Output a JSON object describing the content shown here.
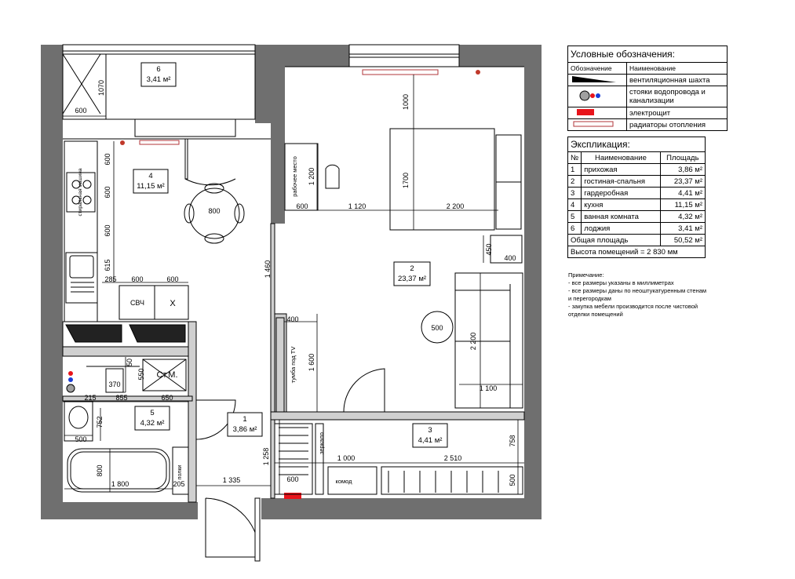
{
  "rooms": [
    {
      "num": "1",
      "area": "3,86 м²"
    },
    {
      "num": "2",
      "area": "23,37 м²"
    },
    {
      "num": "3",
      "area": "4,41 м²"
    },
    {
      "num": "4",
      "area": "11,15 м²"
    },
    {
      "num": "5",
      "area": "4,32 м²"
    },
    {
      "num": "6",
      "area": "3,41 м²"
    }
  ],
  "dims": {
    "d1000": "1000",
    "d1700": "1700",
    "d1120": "1 120",
    "d2200": "2 200",
    "d600a": "600",
    "d1200": "1 200",
    "d450": "450",
    "d400a": "400",
    "d1460": "1 460",
    "d400b": "400",
    "d1600": "1 600",
    "d500": "500",
    "d2200b": "2 200",
    "d1100": "1 100",
    "d1258": "1 258",
    "d600b": "600",
    "d1000b": "1 000",
    "d2510": "2 510",
    "d758": "758",
    "d500b": "500",
    "d1335": "1 335",
    "d1800": "1 800",
    "d800": "800",
    "d205": "205",
    "d752": "752",
    "d500c": "500",
    "d215": "215",
    "d855": "855",
    "d650": "650",
    "d370": "370",
    "d550": "550",
    "d1070": "1070",
    "d600c": "600",
    "dk600a": "600",
    "dk600b": "600",
    "dk600c": "600",
    "dk615": "615",
    "d285": "285",
    "dk600d": "600",
    "dk600e": "600",
    "d800t": "800",
    "d50": "50"
  },
  "labels": {
    "desk": "рабочее место",
    "tv": "тумба под TV",
    "mirror": "зеркало",
    "dresser": "комод",
    "shelves": "полки",
    "svch": "СВЧ",
    "x": "X",
    "stm": "Ст.М.",
    "sm": "стиральная машина"
  },
  "legend": {
    "title": "Условные обозначения:",
    "col1": "Обозначение",
    "col2": "Наименование",
    "rows": [
      "вентиляционная шахта",
      "стояки водопровода и канализации",
      "электрощит",
      "радиаторы отопления"
    ],
    "colors": {
      "wall": "#6f6f6f",
      "red": "#e8141b",
      "blue": "#1a3cd6",
      "gray": "#a0a0a0"
    }
  },
  "explication": {
    "title": "Экспликация:",
    "head": [
      "№",
      "Наименование",
      "Площадь"
    ],
    "rows": [
      [
        "1",
        "прихожая",
        "3,86 м²"
      ],
      [
        "2",
        "гостиная-спальня",
        "23,37 м²"
      ],
      [
        "3",
        "гардеробная",
        "4,41 м²"
      ],
      [
        "4",
        "кухня",
        "11,15 м²"
      ],
      [
        "5",
        "ванная комната",
        "4,32 м²"
      ],
      [
        "6",
        "лоджия",
        "3,41 м²"
      ]
    ],
    "total": "Общая площадь",
    "total_val": "50,52 м²",
    "height": "Высота помещений = 2 830 мм"
  },
  "notes": {
    "title": "Примечание:",
    "lines": [
      "- все размеры указаны в миллиметрах",
      "- все размеры даны по неоштукатуренным стенам и перегородкам",
      "- закупка мебели производится после чистовой отделки помещений"
    ]
  }
}
